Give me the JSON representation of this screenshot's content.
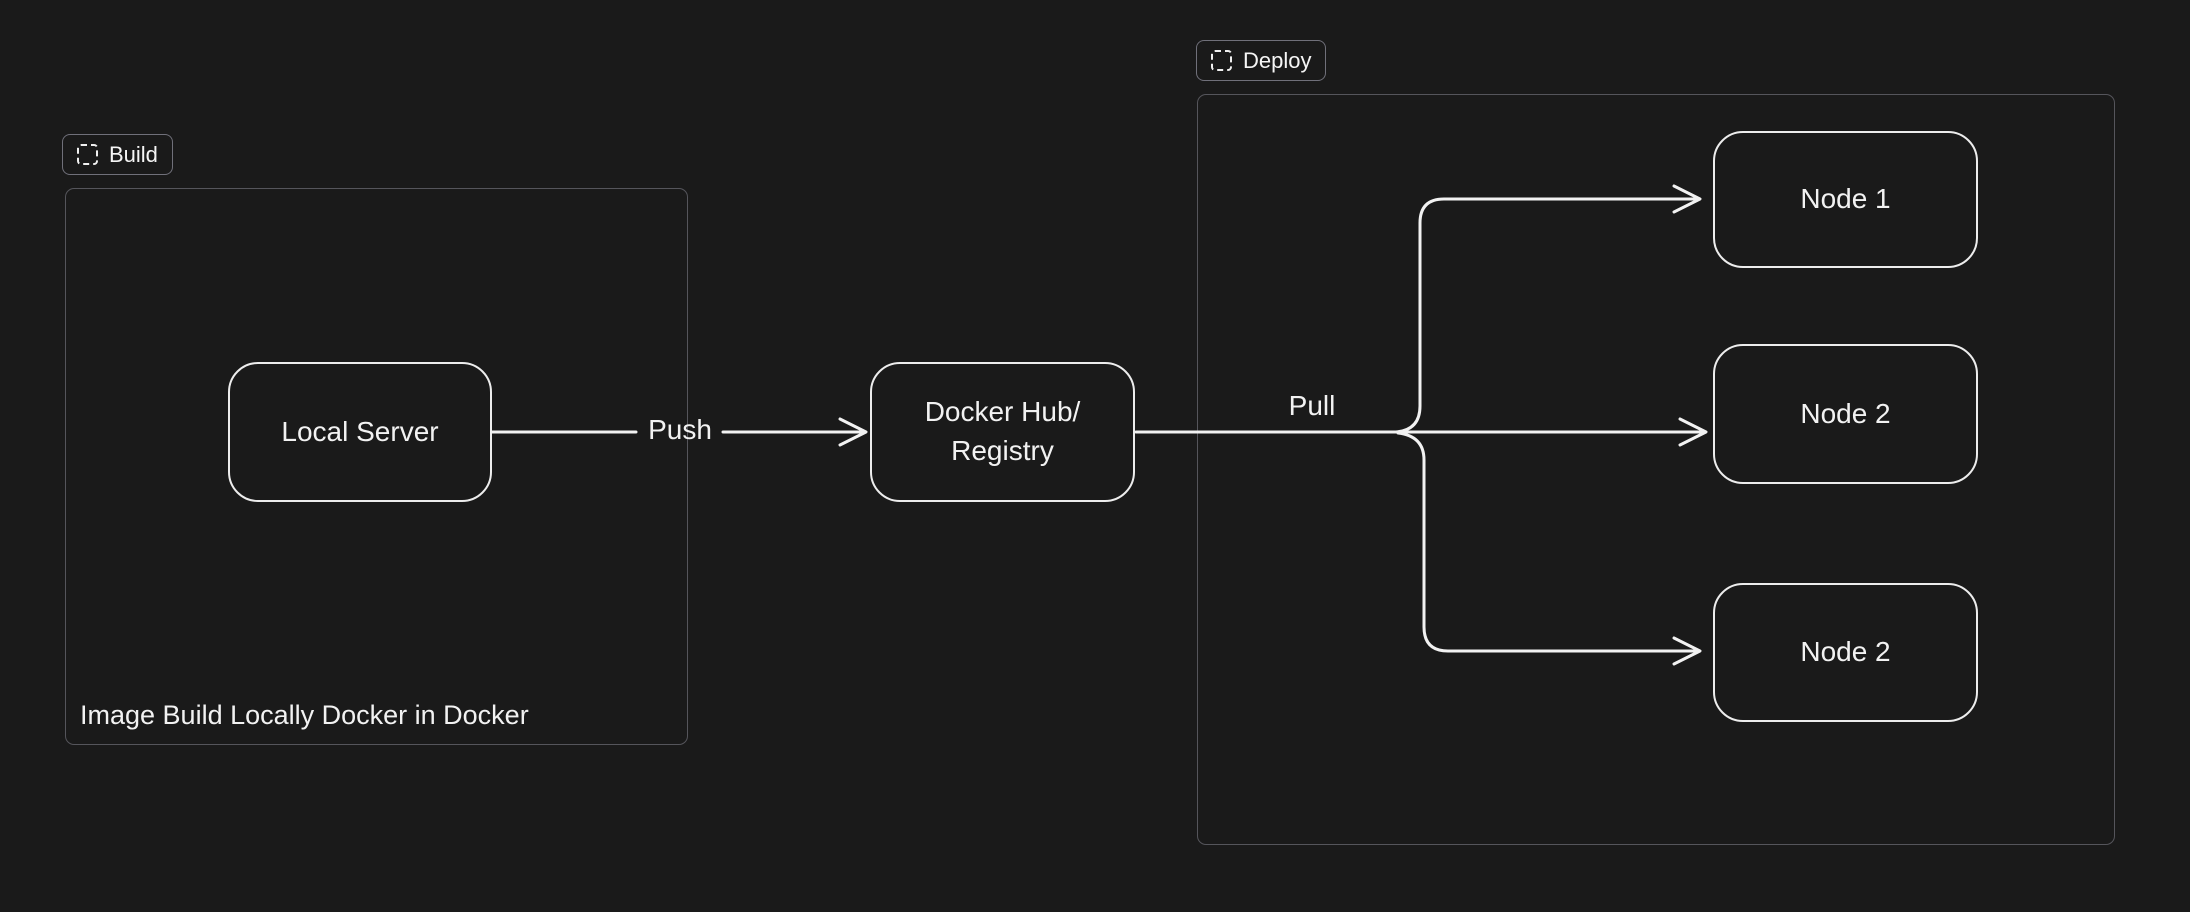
{
  "colors": {
    "canvas_bg": "#1a1a1a",
    "shape_stroke": "#ededed",
    "frame_border": "#55555b",
    "chip_border": "#70707a",
    "text": "#f2f2f2"
  },
  "frames": {
    "build": {
      "label": "Build",
      "icon": "dashed-frame-icon",
      "caption": "Image Build Locally Docker in Docker"
    },
    "deploy": {
      "label": "Deploy",
      "icon": "dashed-frame-icon"
    }
  },
  "shapes": {
    "local_server": {
      "label": "Local Server"
    },
    "registry": {
      "label": "Docker Hub/\nRegistry"
    },
    "node_1": {
      "label": "Node 1"
    },
    "node_2": {
      "label": "Node 2"
    },
    "node_3": {
      "label": "Node 2"
    }
  },
  "edges": {
    "push": {
      "label": "Push",
      "from": "Local Server",
      "to": "Docker Hub/Registry"
    },
    "pull": {
      "label": "Pull",
      "from": "Docker Hub/Registry",
      "to": "Node 1, Node 2, Node 2"
    }
  }
}
